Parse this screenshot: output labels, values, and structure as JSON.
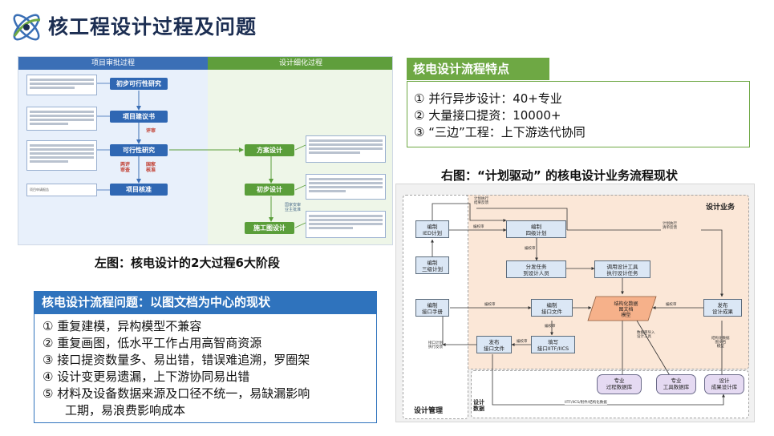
{
  "page": {
    "title": "核工程设计过程及问题"
  },
  "left_diagram": {
    "header_left": "项目审批过程",
    "header_right": "设计细化过程",
    "stages_left": [
      "初步可行性研究",
      "项目建议书",
      "可行性研究",
      "项目核准"
    ],
    "stages_right": [
      "方案设计",
      "初步设计",
      "施工图设计"
    ],
    "red_labels": [
      "评审",
      "两评\n审查",
      "国家\n核准"
    ],
    "small_labels": [
      "项目申请报告",
      "国家安审\n业主批准"
    ],
    "caption": "左图：核电设计的2大过程6大阶段"
  },
  "features": {
    "heading": "核电设计流程特点",
    "items": [
      "① 并行异步设计：40+专业",
      "② 大量接口提资：10000+",
      "③ “三边”工程：上下游迭代协同"
    ]
  },
  "right_diagram": {
    "caption": "右图：“计划驱动” 的核电设计业务流程现状",
    "lane_business": "设计业务",
    "lane_management": "设计管理",
    "lane_data": "设计\n数据",
    "boxes": {
      "ied_plan": "编制\nIED计划",
      "level3_plan": "编制\n三级计划",
      "interface_manual": "编制\n接口手册",
      "level4_plan": "编制\n四级计划",
      "assign_tasks": "分发任务\n到设计人员",
      "call_tools": "调用设计工具\n执行设计任务",
      "interface_doc": "编制\n接口文件",
      "structured_model": "结构化数据\n图文档\n模型",
      "publish_results": "发布\n设计成果",
      "publish_interface": "发布\n接口文件",
      "fill_iitf": "填写\n接口IITF/IICS",
      "db_process": "专业\n过程数据库",
      "db_tools": "专业\n工具数据库",
      "db_results": "设计\n成果设计库"
    },
    "notes": {
      "plan_exec": "计划执行\n结果反馈",
      "plan_exec_2": "计划执行\n清单反馈",
      "edit_1": "编校审",
      "edit_2": "编校审",
      "edit_3": "编校审",
      "edit_4": "编校审",
      "edit_5": "编校审",
      "edit_6": "编校审",
      "iface_plan": "接口计划\n执行反馈",
      "data_import": "数据库导入\n设计工具",
      "struct_data": "结构化数据\n图文档\n模型",
      "bottom_flow": "IITF/IICS/附件/结构化数据"
    }
  },
  "problems": {
    "heading": "核电设计流程问题：以图文档为中心的现状",
    "items": [
      "① 重复建模，异构模型不兼容",
      "② 重复画图，低水平工作占用高智商资源",
      "③ 接口提资数量多、易出错，错误难追溯，罗圈架",
      "④ 设计变更易遗漏，上下游协同易出错",
      "⑤ 材料及设备数据来源及口径不统一，易缺漏影响"
    ],
    "item5_continuation": "工期，易浪费影响成本"
  }
}
